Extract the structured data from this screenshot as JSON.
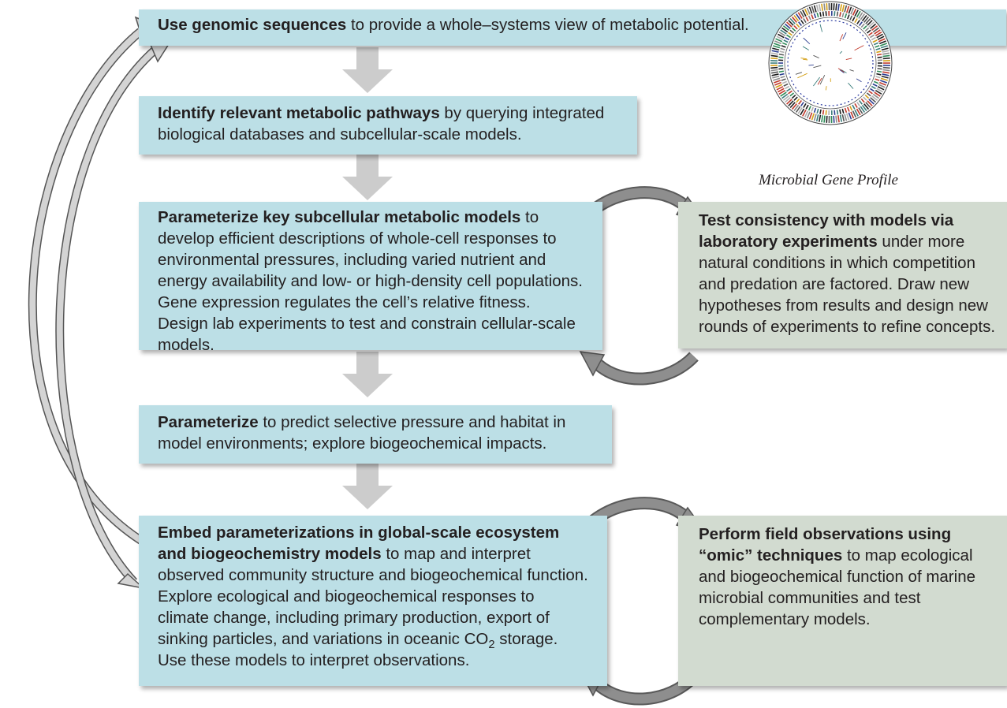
{
  "colors": {
    "blue_box": "#bcdfe6",
    "green_box": "#d2dbd0",
    "arrow_gray": "#cccccc",
    "loop_arrow": "#8a8a8a"
  },
  "steps": [
    {
      "bold": "Use genomic sequences",
      "rest": " to provide a whole–systems view of metabolic potential."
    },
    {
      "bold": "Identify relevant metabolic pathways",
      "rest": " by querying integrated biological databases and subcellular-scale models."
    },
    {
      "bold": "Parameterize key subcellular metabolic models",
      "rest": " to develop efficient descriptions of whole-cell responses to environmental pressures, including varied nutrient and energy availability and low- or high-density cell populations. Gene expression regulates the cell’s relative fitness. Design lab experiments to test and constrain cellular-scale models."
    },
    {
      "bold": "Parameterize",
      "rest": " to predict selective pressure and habitat in model environments; explore biogeochemical impacts."
    },
    {
      "bold": "Embed parameterizations in global-scale ecosystem and biogeochemistry models",
      "rest": " to map and interpret observed community structure and biogeochemical function. Explore ecological and biogeochemical responses to climate change, including primary production, export of sinking particles, and variations in oceanic CO",
      "sub": "2",
      "rest2": " storage. Use these models to interpret observations."
    }
  ],
  "side_boxes": [
    {
      "bold": "Test consistency with models via laboratory experiments",
      "rest": " under more natural conditions in which competition and predation are factored. Draw new hypotheses from results and design new rounds of experiments to refine concepts."
    },
    {
      "bold": "Perform field observations using “omic” techniques",
      "rest": " to map ecological and biogeochemical function of marine microbial communities and test complementary models."
    }
  ],
  "gene_profile": {
    "caption": "Microbial Gene Profile",
    "icon": "circular-genome-map"
  }
}
